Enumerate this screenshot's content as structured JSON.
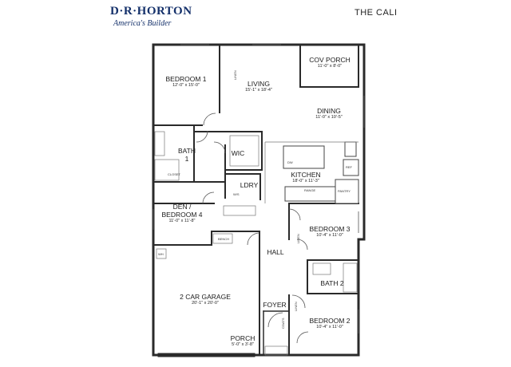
{
  "brand": {
    "name": "D·R·HORTON",
    "tagline": "America's Builder",
    "color": "#14306a"
  },
  "plan_name": "THE CALI",
  "rooms": [
    {
      "id": "bedroom1",
      "name": "BEDROOM 1",
      "dims": "12'-0\" x 15'-0\""
    },
    {
      "id": "living",
      "name": "LIVING",
      "dims": "15'-1\" x 18'-4\""
    },
    {
      "id": "cov-porch",
      "name": "COV PORCH",
      "dims": "11'-0\" x 8'-0\""
    },
    {
      "id": "dining",
      "name": "DINING",
      "dims": "11'-0\" x 10'-5\""
    },
    {
      "id": "bath1",
      "name": "BATH",
      "dims": "1"
    },
    {
      "id": "wic",
      "name": "WIC",
      "dims": ""
    },
    {
      "id": "kitchen",
      "name": "KITCHEN",
      "dims": "18'-0\" x 11'-3\""
    },
    {
      "id": "ldry",
      "name": "LDRY",
      "dims": ""
    },
    {
      "id": "den",
      "name": "DEN /\nBEDROOM 4",
      "dims": "11'-0\" x 11'-8\""
    },
    {
      "id": "bedroom3",
      "name": "BEDROOM 3",
      "dims": "10'-4\" x 11'-0\""
    },
    {
      "id": "hall",
      "name": "HALL",
      "dims": ""
    },
    {
      "id": "bath2",
      "name": "BATH 2",
      "dims": ""
    },
    {
      "id": "garage",
      "name": "2 CAR GARAGE",
      "dims": "20'-1\" x 20'-0\""
    },
    {
      "id": "foyer",
      "name": "FOYER",
      "dims": ""
    },
    {
      "id": "bedroom2",
      "name": "BEDROOM 2",
      "dims": "10'-4\" x 11'-0\""
    },
    {
      "id": "porch",
      "name": "PORCH",
      "dims": "5'-0\" x 3'-8\""
    }
  ],
  "fixtures": {
    "closet": "CLOSET",
    "dw": "DW",
    "ref": "REF",
    "pantry": "PANTRY",
    "range": "RANGE",
    "bench": "BENCH",
    "linen1": "LINEN",
    "linen2": "LINEN",
    "linen3": "LINEN",
    "coats": "COATS",
    "wh": "WH",
    "ws": "W/S"
  }
}
